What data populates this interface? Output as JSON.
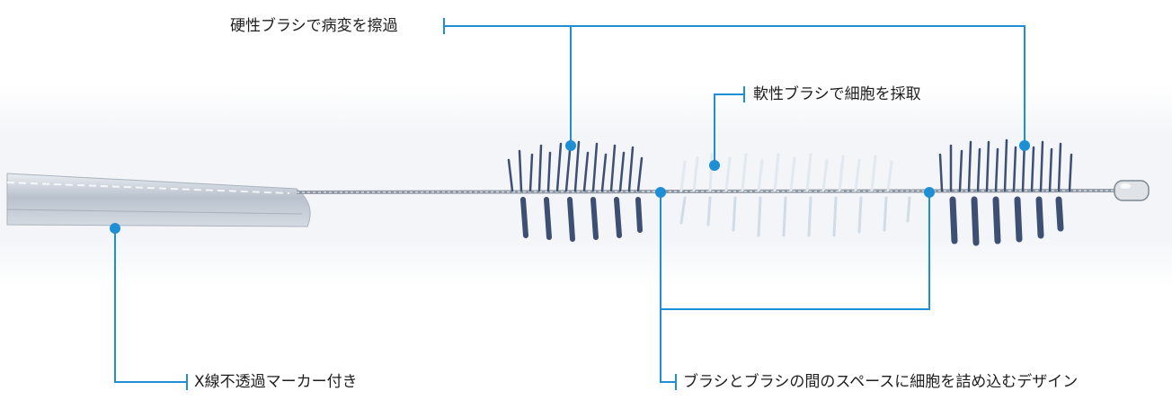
{
  "labels": {
    "hard_brush": "硬性ブラシで病変を擦過",
    "soft_brush": "軟性ブラシで細胞を採取",
    "marker": "X線不透過マーカー付き",
    "gap_design": "ブラシとブラシの間のスペースに細胞を詰め込むデザイン"
  },
  "colors": {
    "leader": "#1e8fd5",
    "text": "#1e1e1e",
    "hard_bristle": "#3d4f73",
    "soft_bristle": "#e3eaf2",
    "sheath": "#c3cad3",
    "background_band": "#f4f6f9"
  }
}
